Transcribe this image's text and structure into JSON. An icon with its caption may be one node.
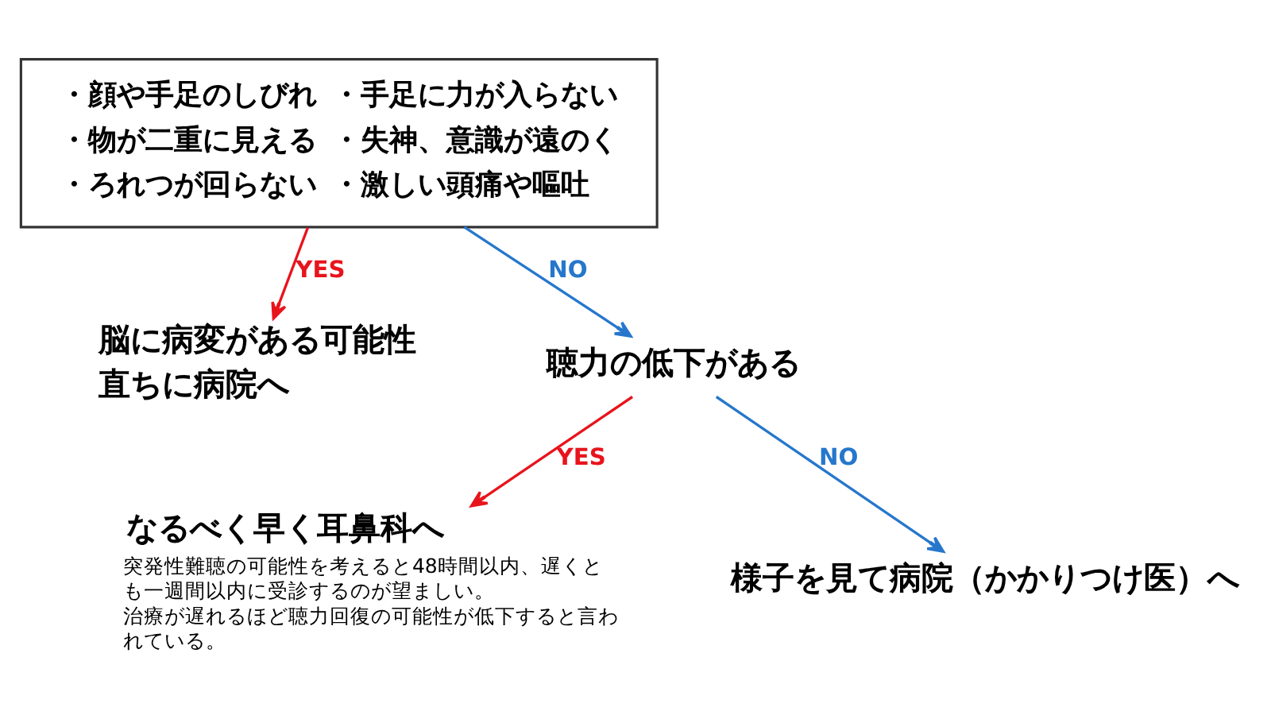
{
  "diagram": {
    "nodes": [
      {
        "text": [
          "・顔や手足のしびれ",
          "・物が二重に見える",
          "・ろれつが回らない",
          "・手足に力が入らない",
          "・失神、意識が遠のく",
          "・激しい頭痛や嘔吐"
        ]
      },
      {
        "text": [
          "脳に病変がある可能性",
          "直ちに病院へ"
        ]
      },
      {
        "text": [
          "聴力の低下がある"
        ]
      },
      {
        "text": [
          "なるべく早く耳鼻科へ",
          "突発性難聴の可能性を考えると48時間以内、遅くとも一週間以内に受診するのが望ましい。",
          "治療が遅れるほど聴力回復の可能性が低下すると言われている。"
        ]
      },
      {
        "text": [
          "様子を見て病院（かかりつけ医）へ"
        ]
      }
    ],
    "edges": [
      {
        "from": 0,
        "to": 1,
        "arrow": "to",
        "label": "YES",
        "color": "#e8141c"
      },
      {
        "from": 0,
        "to": 2,
        "arrow": "to",
        "label": "NO",
        "color": "#2677cc"
      },
      {
        "from": 2,
        "to": 3,
        "arrow": "to",
        "label": "YES",
        "color": "#e8141c"
      },
      {
        "from": 2,
        "to": 4,
        "arrow": "to",
        "label": "NO",
        "color": "#2677cc"
      }
    ]
  }
}
